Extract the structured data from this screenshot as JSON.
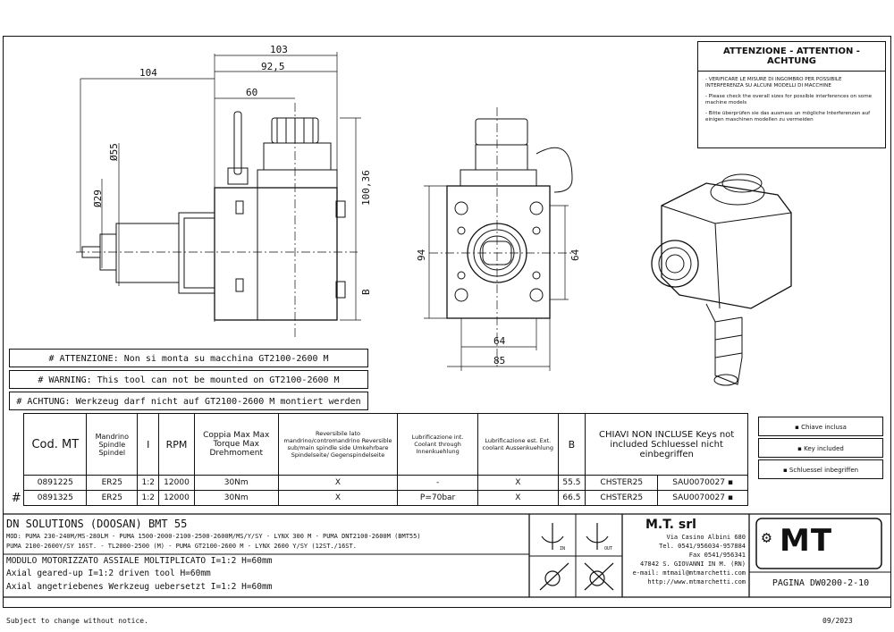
{
  "dimensions": {
    "d103": "103",
    "d104": "104",
    "d92_5": "92,5",
    "d60": "60",
    "d55": "Ø55",
    "d29": "Ø29",
    "d100_36": "100,36",
    "dB": "B",
    "d94": "94",
    "d64v": "64",
    "d64h": "64",
    "d85": "85"
  },
  "attention": {
    "title": "ATTENZIONE - ATTENTION - ACHTUNG",
    "items": [
      "- VERIFICARE LE MISURE DI INGOMBRO PER POSSIBILE INTERFERENZA SU ALCUNI MODELLI DI MACCHINE",
      "- Please check the overall sizes for possible interferences on some machine models",
      "- Bitte überprüfen sie das ausmass un mögliche Interferenzen auf einigen maschinen modellen zu vermeiden"
    ]
  },
  "warnings": [
    "# ATTENZIONE: Non si monta su macchina GT2100-2600 M",
    "# WARNING: This tool can not be mounted on GT2100-2600 M",
    "# ACHTUNG: Werkzeug darf nicht auf GT2100-2600 M montiert werden"
  ],
  "table": {
    "headers": {
      "code": "Cod. MT",
      "spindle": "Mandrino Spindle Spindel",
      "ratio": "I",
      "rpm": "RPM",
      "torque": "Coppia Max Max Torque Max Drehmoment",
      "reversible": "Reversibile lato mandrino/contromandrino Reversible sub/main spindle side Umkehrbare Spindelseite/ Gegenspindelseite",
      "internal": "Lubrificazione int. Coolant through Innenkuehlung",
      "external": "Lubrificazione est. Ext. coolant Aussenkuehlung",
      "b": "B",
      "keys": "CHIAVI NON INCLUSE Keys not included Schluessel nicht einbegriffen"
    },
    "rows": [
      {
        "mark": "",
        "code": "0891225",
        "spindle": "ER25",
        "ratio": "1:2",
        "rpm": "12000",
        "torque": "30Nm",
        "reversible": "X",
        "internal": "-",
        "external": "X",
        "b": "55.5",
        "key1": "CHSTER25",
        "key2": "SAU0070027 ▪"
      },
      {
        "mark": "#",
        "code": "0891325",
        "spindle": "ER25",
        "ratio": "1:2",
        "rpm": "12000",
        "torque": "30Nm",
        "reversible": "X",
        "internal": "P=70bar",
        "external": "X",
        "b": "66.5",
        "key1": "CHSTER25",
        "key2": "SAU0070027 ▪"
      }
    ]
  },
  "legend": [
    "▪ Chiave inclusa",
    "▪ Key included",
    "▪ Schluessel inbegriffen"
  ],
  "titleblock": {
    "line1": "DN SOLUTIONS (DOOSAN)   BMT 55",
    "mod1": "MOD: PUMA 230-240M/MS-280LM - PUMA 1500-2000-2100-2500-2600M/MS/Y/SY - LYNX 300 M - PUMA DNT2100-2600M (BMT55)",
    "mod2": "PUMA 2100-2600Y/SY 16ST. - TL2000-2500 (M) - PUMA GT2100-2600 M - LYNX 2600 Y/SY (12ST./16ST.",
    "desc_it": "MODULO MOTORIZZATO ASSIALE MOLTIPLICATO I=1:2   H=60mm",
    "desc_en": "Axial geared-up I=1:2 driven tool H=60mm",
    "desc_de": "Axial angetriebenes Werkzeug uebersetzt I=1:2 H=60mm",
    "in_label": "IN",
    "out_label": "OUT",
    "company": "M.T. srl",
    "addr1": "Via Casino Albini 680",
    "addr2": "Tel. 0541/956034-957884",
    "addr3": "Fax 0541/956341",
    "addr4": "47842 S. GIOVANNI IN M. (RN)",
    "addr5": "e-mail: mtmail@mtmarchetti.com",
    "addr6": "http://www.mtmarchetti.com",
    "logo": "MT",
    "page": "PAGINA DW0200-2-10"
  },
  "footer": {
    "left": "Subject to change without notice.",
    "right": "09/2023"
  }
}
